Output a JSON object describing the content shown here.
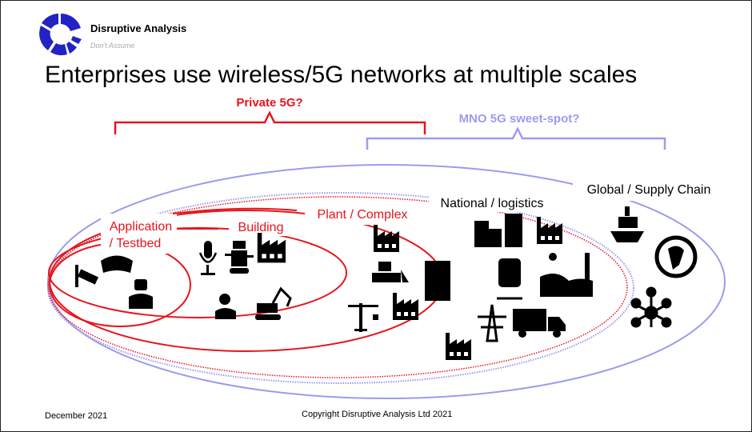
{
  "logo": {
    "name": "Disruptive Analysis",
    "tagline": "Don't Assume"
  },
  "title": "Enterprises use wireless/5G networks at multiple scales",
  "brackets": {
    "private": "Private 5G?",
    "mno": "MNO 5G sweet-spot?"
  },
  "scales": {
    "application_line1": "Application",
    "application_line2": "/ Testbed",
    "building": "Building",
    "plant": "Plant / Complex",
    "national": "National / logistics",
    "global": "Global / Supply Chain"
  },
  "footer": {
    "date": "December 2021",
    "copyright": "Copyright Disruptive Analysis Ltd 2021"
  },
  "colors": {
    "red": "#e8141c",
    "blue": "#9b9bf0",
    "logo": "#2020c0"
  }
}
